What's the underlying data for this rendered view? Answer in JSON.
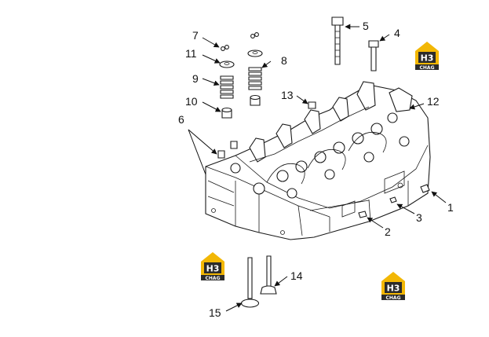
{
  "diagram": {
    "colors": {
      "line": "#1a1a1a",
      "logo_yellow": "#f2b705",
      "logo_dark": "#2b2b2b",
      "background": "#ffffff"
    },
    "callouts": [
      {
        "id": "c1",
        "label": "1"
      },
      {
        "id": "c2",
        "label": "2"
      },
      {
        "id": "c3",
        "label": "3"
      },
      {
        "id": "c4",
        "label": "4"
      },
      {
        "id": "c5",
        "label": "5"
      },
      {
        "id": "c6",
        "label": "6"
      },
      {
        "id": "c7",
        "label": "7"
      },
      {
        "id": "c8",
        "label": "8"
      },
      {
        "id": "c9",
        "label": "9"
      },
      {
        "id": "c10",
        "label": "10"
      },
      {
        "id": "c11",
        "label": "11"
      },
      {
        "id": "c12",
        "label": "12"
      },
      {
        "id": "c13",
        "label": "13"
      },
      {
        "id": "c14",
        "label": "14"
      },
      {
        "id": "c15",
        "label": "15"
      }
    ],
    "watermark": {
      "big": "H3",
      "small": "CHAG"
    }
  }
}
